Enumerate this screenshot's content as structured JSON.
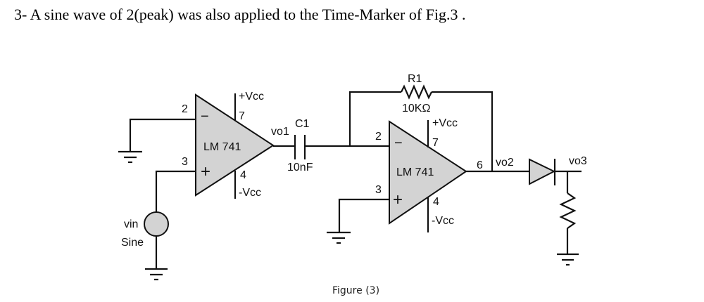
{
  "question": "3- A sine wave of 2(peak) was also applied to the Time-Marker of Fig.3 .",
  "figure_caption": "Figure (3)",
  "source": {
    "label": "vin",
    "type": "Sine"
  },
  "opamp1": {
    "name": "LM 741",
    "pin_inv": "2",
    "pin_noninv": "3",
    "pin_vpos": "7",
    "pin_vneg": "4",
    "vpos": "+Vcc",
    "vneg": "-Vcc",
    "minus": "−",
    "plus": "+",
    "output": "vo1"
  },
  "capacitor": {
    "name": "C1",
    "value": "10nF"
  },
  "resistor": {
    "name": "R1",
    "value": "10KΩ"
  },
  "opamp2": {
    "name": "LM 741",
    "pin_inv": "2",
    "pin_noninv": "3",
    "pin_vpos": "7",
    "pin_vneg": "4",
    "pin_out": "6",
    "vpos": "+Vcc",
    "vneg": "-Vcc",
    "minus": "−",
    "plus": "+",
    "output": "vo2"
  },
  "output3": "vo3"
}
